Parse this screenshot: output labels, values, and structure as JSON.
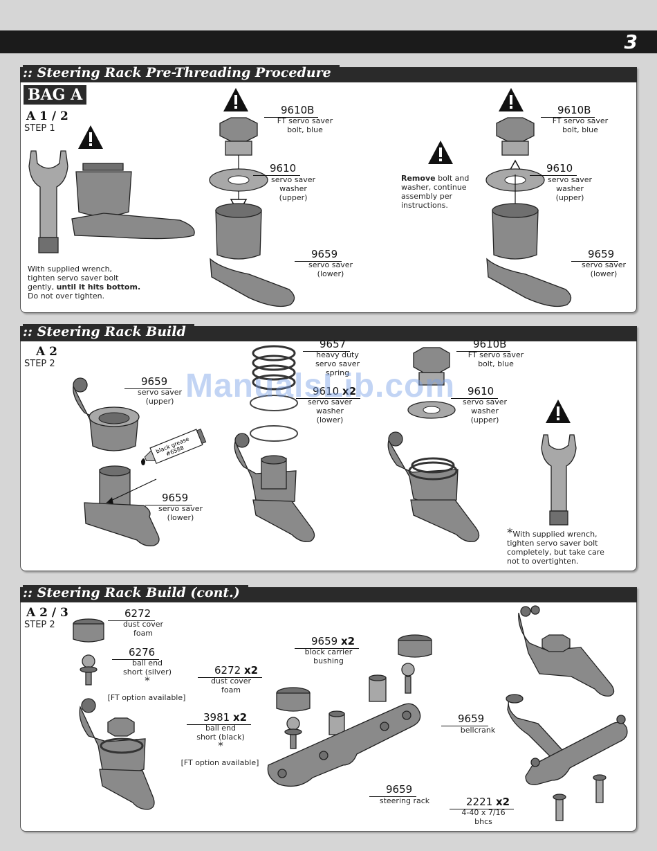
{
  "page_number": "3",
  "watermark": "ManualsLib.com",
  "sections": {
    "pre_thread": {
      "title": ":: Steering Rack Pre-Threading Procedure",
      "bag": "BAG A",
      "step_num": "A 1 / 2",
      "step_label": "STEP 1",
      "wrench_note_1": "With supplied wrench,",
      "wrench_note_2": "tighten servo saver bolt",
      "wrench_note_3a": "gently, ",
      "wrench_note_3b": "until it hits bottom.",
      "wrench_note_4": "Do not over tighten.",
      "p1_num": "9610B",
      "p1_desc1": "FT servo saver",
      "p1_desc2": "bolt, blue",
      "p2_num": "9610",
      "p2_desc1": "servo saver",
      "p2_desc2": "washer",
      "p2_desc3": "(upper)",
      "p3_num": "9659",
      "p3_desc1": "servo saver",
      "p3_desc2": "(lower)",
      "remove_b": "Remove",
      "remove_1": " bolt and",
      "remove_2": "washer, continue",
      "remove_3": "assembly per",
      "remove_4": "instructions.",
      "r1_num": "9610B",
      "r1_desc1": "FT servo saver",
      "r1_desc2": "bolt, blue",
      "r2_num": "9610",
      "r2_desc1": "servo saver",
      "r2_desc2": "washer",
      "r2_desc3": "(upper)",
      "r3_num": "9659",
      "r3_desc1": "servo saver",
      "r3_desc2": "(lower)"
    },
    "rack_build": {
      "title": ":: Steering Rack Build",
      "step_num": "A 2",
      "step_label": "STEP 2",
      "a_num": "9659",
      "a_desc1": "servo saver",
      "a_desc2": "(upper)",
      "grease_1": "black grease",
      "grease_2": "#6588",
      "b_num": "9659",
      "b_desc1": "servo saver",
      "b_desc2": "(lower)",
      "c_num": "9657",
      "c_desc1": "heavy duty",
      "c_desc2": "servo saver",
      "c_desc3": "spring",
      "d_num": "9610",
      "d_qty": "x2",
      "d_desc1": "servo saver",
      "d_desc2": "washer",
      "d_desc3": "(lower)",
      "e_num": "9610B",
      "e_desc1": "FT servo saver",
      "e_desc2": "bolt, blue",
      "f_num": "9610",
      "f_desc1": "servo saver",
      "f_desc2": "washer",
      "f_desc3": "(upper)",
      "star": "*",
      "tight_1": "With supplied wrench,",
      "tight_2": "tighten servo saver bolt",
      "tight_3": "completely,  but take care",
      "tight_4": "not to overtighten."
    },
    "rack_cont": {
      "title": ":: Steering Rack Build (cont.)",
      "step_num": "A 2 / 3",
      "step_label": "STEP 2",
      "g_num": "6272",
      "g_desc1": "dust cover",
      "g_desc2": "foam",
      "h_num": "6276",
      "h_desc1": "ball end",
      "h_desc2": "short (silver)",
      "h_star": "*",
      "h_opt": "[FT option available]",
      "i_num": "6272",
      "i_qty": "x2",
      "i_desc1": "dust cover",
      "i_desc2": "foam",
      "j_num": "3981",
      "j_qty": "x2",
      "j_desc1": "ball end",
      "j_desc2": "short (black)",
      "j_star": "*",
      "j_opt": "[FT option available]",
      "k_num": "9659",
      "k_qty": "x2",
      "k_desc1": "block carrier",
      "k_desc2": "bushing",
      "l_num": "9659",
      "l_desc1": "steering rack",
      "m_num": "9659",
      "m_desc1": "bellcrank",
      "n_num": "2221",
      "n_qty": "x2",
      "n_desc1": "4-40 x 7/16",
      "n_desc2": "bhcs"
    }
  },
  "icons": [
    "warning-icon",
    "wrench-icon",
    "arrow-down-icon",
    "arrow-up-icon",
    "grease-tube-icon"
  ],
  "colors": {
    "header_bar": "#1b1b1b",
    "part_gray": "#8a8a8a",
    "watermark": "#78a0e6"
  }
}
